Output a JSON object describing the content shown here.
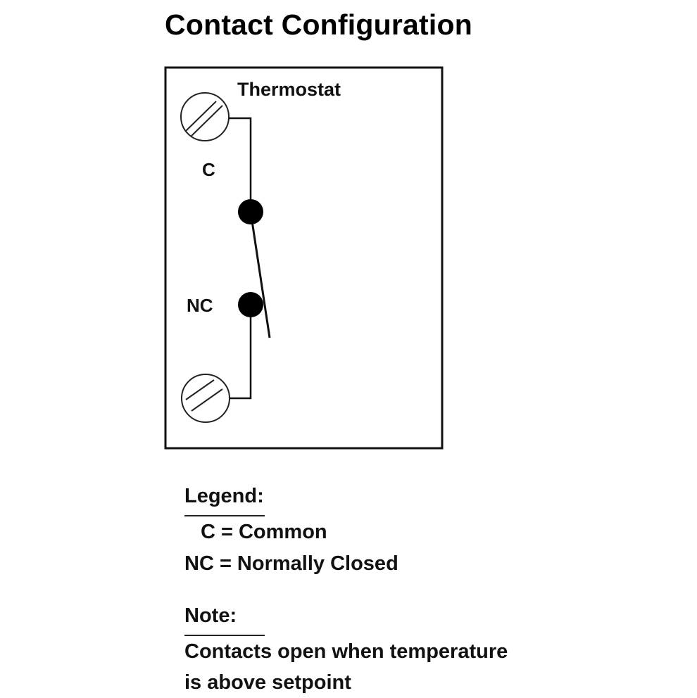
{
  "title": "Contact Configuration",
  "diagram": {
    "box_label": "Thermostat",
    "terminal_c_label": "C",
    "terminal_nc_label": "NC"
  },
  "legend": {
    "heading": "Legend:",
    "items": [
      "C = Common",
      "NC = Normally Closed"
    ]
  },
  "note": {
    "heading": "Note:",
    "lines": [
      "Contacts open when temperature",
      "is above setpoint"
    ]
  }
}
